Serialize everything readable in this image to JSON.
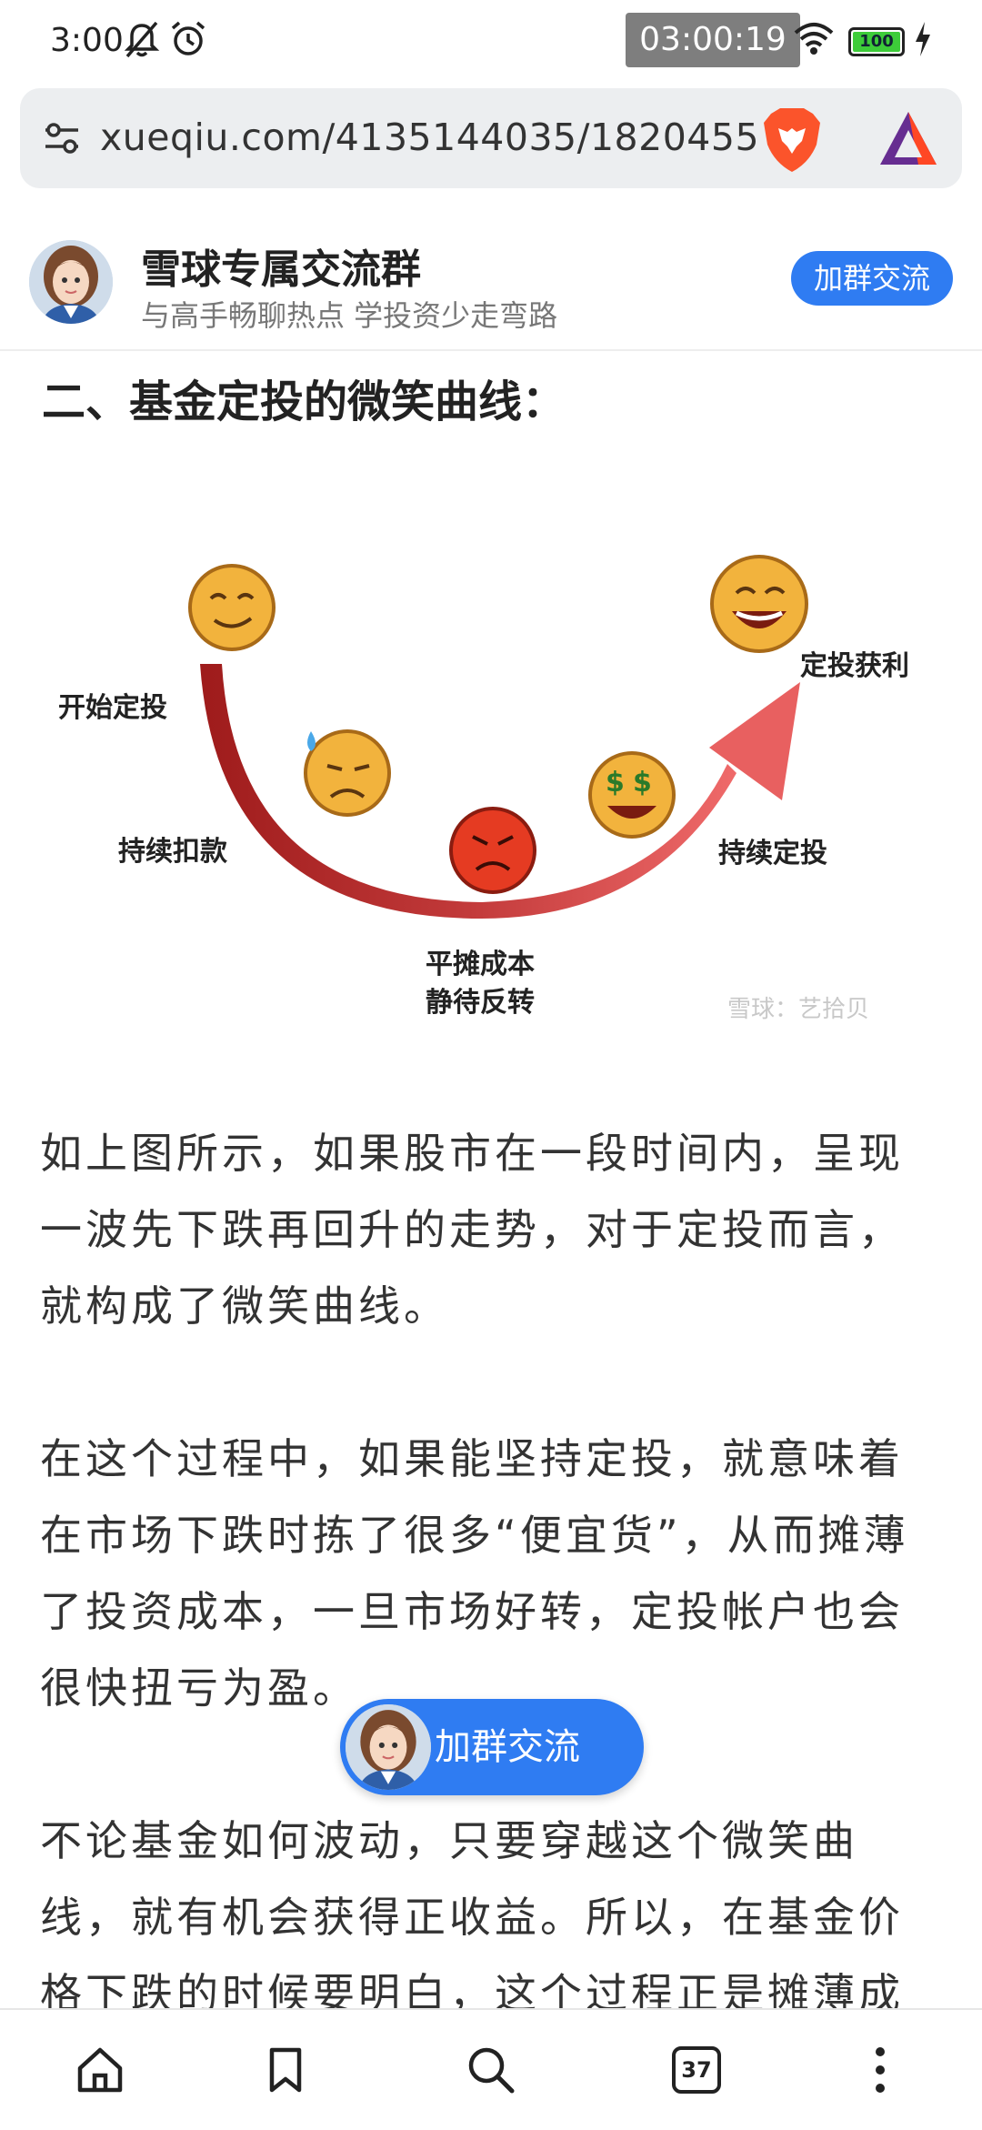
{
  "status_bar": {
    "time": "3:00",
    "clock_overlay": "03:00:19",
    "battery": "100"
  },
  "browser": {
    "url": "xueqiu.com/4135144035/1820455"
  },
  "group_banner": {
    "title": "雪球专属交流群",
    "subtitle": "与高手畅聊热点 学投资少走弯路",
    "join_label": "加群交流"
  },
  "article": {
    "section_heading": "二、基金定投的微笑曲线：",
    "illustration": {
      "labels": {
        "start": "开始定投",
        "continue_debit": "持续扣款",
        "average_cost_1": "平摊成本",
        "average_cost_2": "静待反转",
        "continue_invest": "持续定投",
        "profit": "定投获利"
      },
      "watermark": "雪球：艺拾贝"
    },
    "paragraphs": [
      [
        "如上图所示，如果股市在一段时间内，呈现",
        "一波先下跌再回升的走势，对于定投而言，",
        "就构成了微笑曲线。"
      ],
      [
        "在这个过程中，如果能坚持定投，就意味着",
        "在市场下跌时拣了很多“便宜货”，从而摊薄",
        "了投资成本，一旦市场好转，定投帐户也会",
        "很快扭亏为盈。"
      ],
      [
        "不论基金如何波动，只要穿越这个微笑曲",
        "线，就有机会获得正收益。所以，在基金价",
        "格下跌的时候要明白，这个过程正是摊薄成"
      ]
    ]
  },
  "float_button": {
    "label": "加群交流"
  },
  "bottom_nav": {
    "tab_count": "37",
    "items": [
      "home-icon",
      "bookmark-icon",
      "search-icon",
      "tabs-icon",
      "more-icon"
    ]
  },
  "colors": {
    "accent": "#2f7cf2",
    "arrow": "#e65a5a",
    "battery": "#3dcc39"
  }
}
